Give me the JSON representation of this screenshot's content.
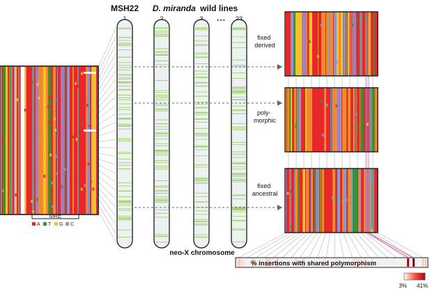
{
  "header": {
    "msh_label": "MSH22",
    "species_label": "D. miranda",
    "wild_suffix": "wild lines",
    "line_numbers": [
      "1",
      "2",
      "3",
      "23"
    ],
    "ellipsis": "▪ ▪ ▪"
  },
  "chromosome_label": "neo-X chromosome",
  "mre_label": "MRE",
  "legend": [
    {
      "letter": "A",
      "color": "#e8272a"
    },
    {
      "letter": "T",
      "color": "#3a8f3a"
    },
    {
      "letter": "G",
      "color": "#f2c12e"
    },
    {
      "letter": "C",
      "color": "#7f9fcf"
    }
  ],
  "panels": [
    {
      "label_line1": "fixed",
      "label_line2": "derived"
    },
    {
      "label_line1": "poly-",
      "label_line2": "morphic"
    },
    {
      "label_line1": "fixed",
      "label_line2": "ancestral"
    }
  ],
  "heatbar": {
    "label": "% insertions with shared polymorphism",
    "min_label": "3%",
    "max_label": "41%"
  },
  "colors": {
    "A": "#e8272a",
    "T": "#3a8f3a",
    "G": "#f2c12e",
    "C": "#7f9fcf",
    "insertion_line": "#9dd36a",
    "chromosome_fill": "#eef1f1",
    "highlight": "#d4559e"
  }
}
